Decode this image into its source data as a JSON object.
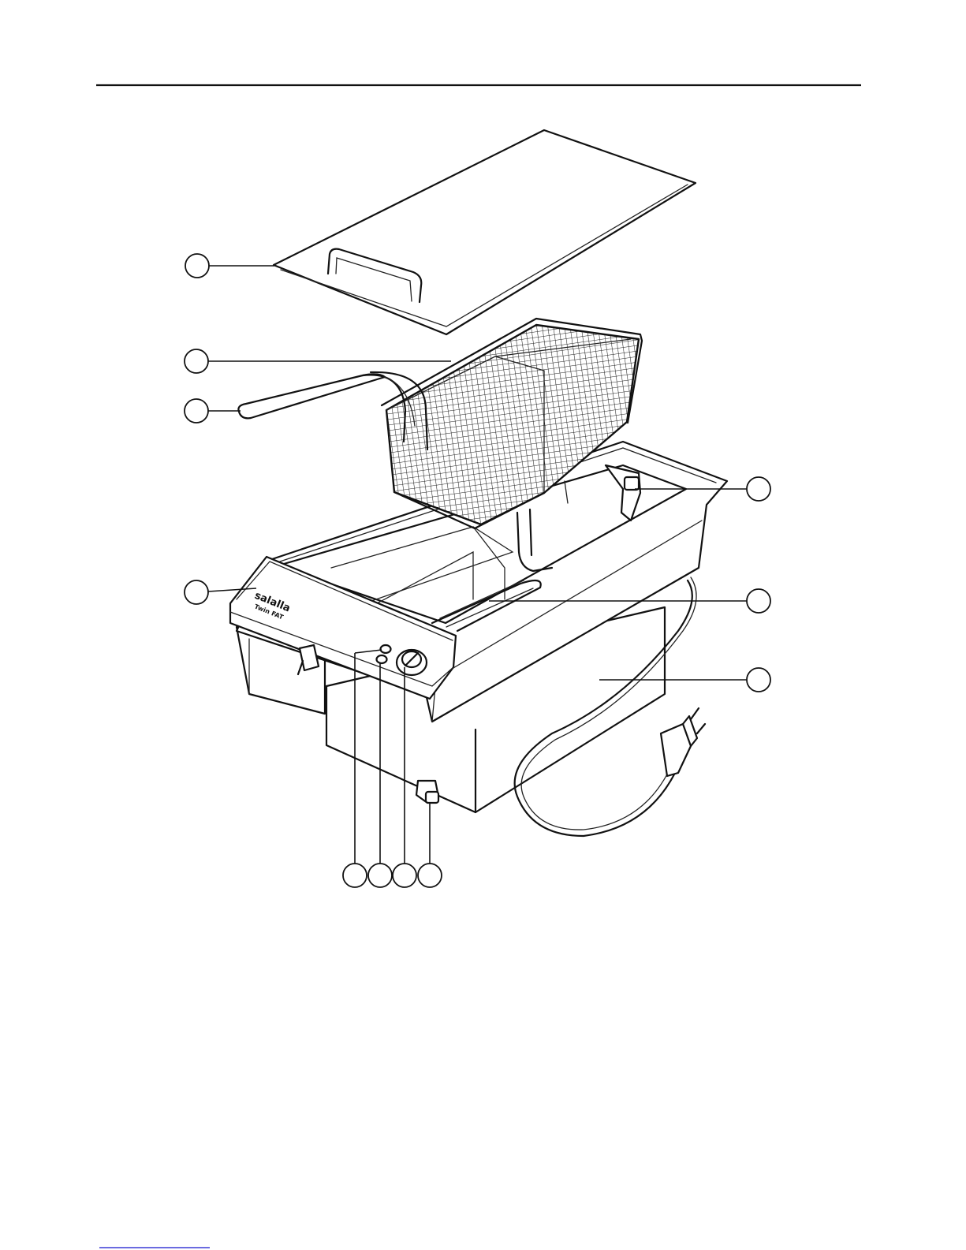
{
  "appliance": {
    "brand": "salalla",
    "model": "Twin FAT"
  },
  "colors": {
    "ink": "#111111",
    "paper": "#ffffff",
    "footer_rule": "#3a3ad6"
  },
  "callouts": [
    {
      "id": "lid"
    },
    {
      "id": "basket"
    },
    {
      "id": "basket-handle"
    },
    {
      "id": "control-panel"
    },
    {
      "id": "heating-element-holder"
    },
    {
      "id": "heating-element"
    },
    {
      "id": "power-cable"
    },
    {
      "id": "indicator-light-1"
    },
    {
      "id": "indicator-light-2"
    },
    {
      "id": "thermostat-knob"
    },
    {
      "id": "drain-tap"
    }
  ]
}
